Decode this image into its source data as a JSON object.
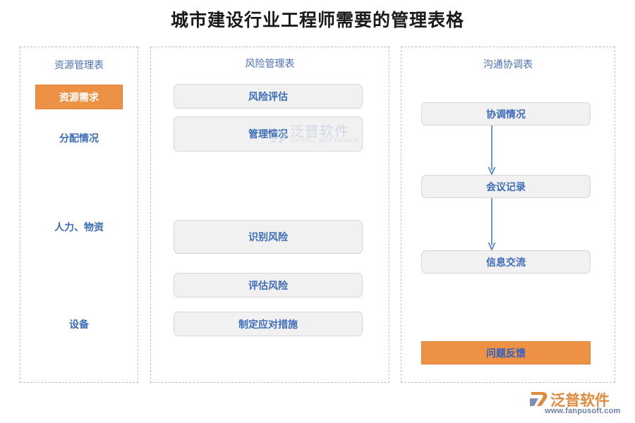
{
  "page": {
    "title": "城市建设行业工程师需要的管理表格",
    "accent_orange": "#ed9144",
    "accent_blue": "#3d6cb9",
    "box_grey": "#f1f1f1"
  },
  "panels": {
    "resource": {
      "header": "资源管理表",
      "highlight": {
        "label": "资源需求"
      },
      "items": [
        {
          "label": "分配情况"
        },
        {
          "label": "人力、物资"
        },
        {
          "label": "设备"
        }
      ]
    },
    "risk": {
      "header": "风险管理表",
      "boxes": [
        {
          "label": "风险评估"
        },
        {
          "label": "管理情况"
        },
        {
          "label": "识别风险"
        },
        {
          "label": "评估风险"
        },
        {
          "label": "制定应对措施"
        }
      ]
    },
    "communication": {
      "header": "沟通协调表",
      "boxes": [
        {
          "label": "协调情况"
        },
        {
          "label": "会议记录"
        },
        {
          "label": "信息交流"
        }
      ],
      "highlight": {
        "label": "问题反馈"
      },
      "connectors": 2
    }
  },
  "watermark": {
    "cn": "泛普软件",
    "en": "FANPU SOFTWARE"
  },
  "brand": {
    "name": "泛普软件",
    "url": "www.fanpusoft.com"
  }
}
